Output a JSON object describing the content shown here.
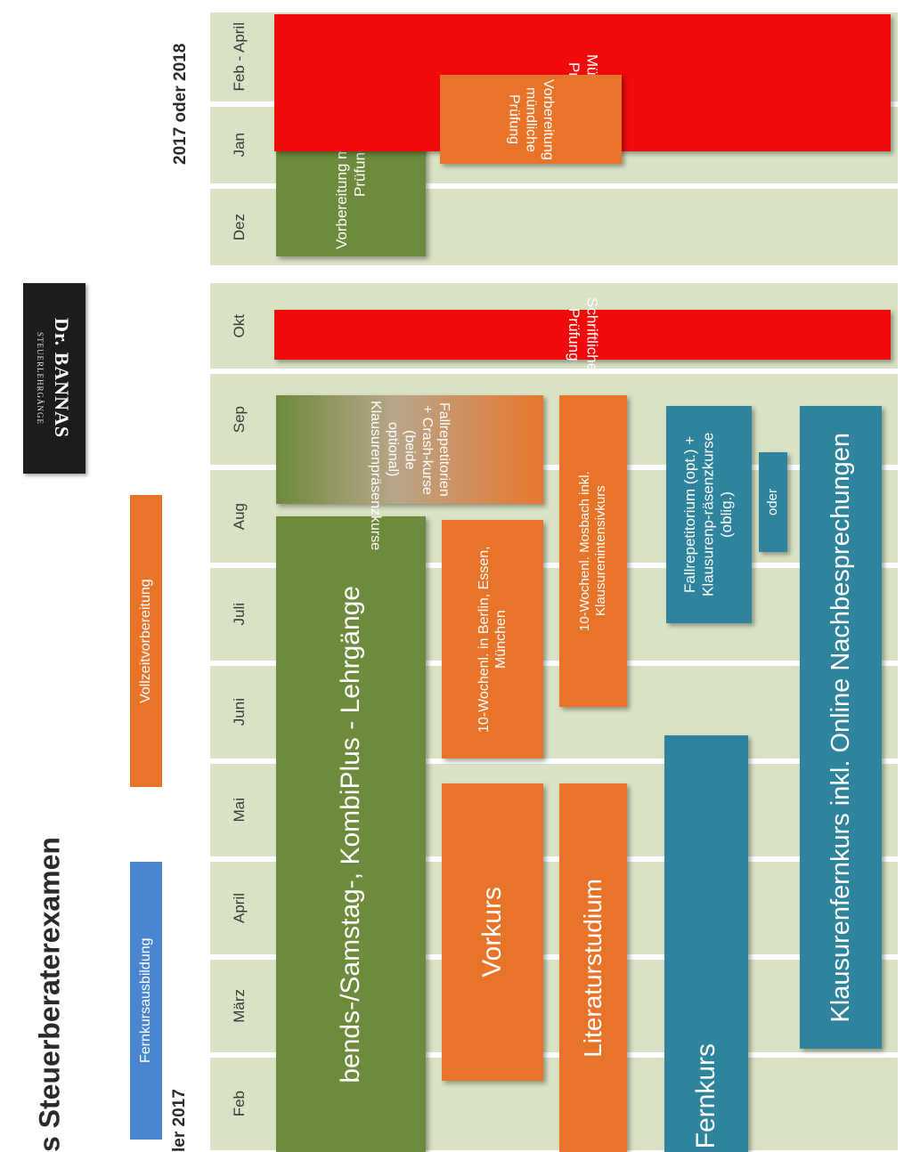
{
  "title_fragment": "s Steuerberaterexamen",
  "year_left_fragment": "ler 2017",
  "year_right": "2017 oder 2018",
  "legend": {
    "fernkurs": "Fernkursausbildung",
    "vollzeit": "Vollzeitvorbereitung",
    "fernkurs_color": "#4a86d0",
    "vollzeit_color": "#e8742a"
  },
  "logo": {
    "line1": "STEUERLEHRGÄNGE",
    "line2": "Dr. BANNAS"
  },
  "months": [
    "Feb",
    "März",
    "April",
    "Mai",
    "Juni",
    "Juli",
    "Aug",
    "Sep",
    "Okt",
    "Dez",
    "Jan",
    "Feb - April"
  ],
  "bars": {
    "lehrgaenge": "bends-/Samstag-, KombiPlus - Lehrgänge",
    "fallrepetitorien": "Fallrepetitorien + Crash-kurse (beide optional) Klausurenpräsenzkurse",
    "schriftliche": "Schriftliche Prüfung",
    "vorbereitung_green": "Vorbereitung mündliche Prüfung",
    "vorbereitung_orange": "Vorbereitung mündliche Prüfung",
    "muendliche": "Mündliche Prüfung",
    "vorkurs": "Vorkurs",
    "zehn_wochen_1": "10-Wochenl. in Berlin, Essen, München",
    "literaturstudium": "Literaturstudium",
    "zehn_wochen_2": "10-Wochenl. Mosbach inkl. Klausurenintensivkurs",
    "fernkurs": "Fernkurs",
    "fallrep_teal": "Fallrepetitorium (opt.) + Klausurenp-räsenzkurse (oblig.)",
    "oder": "oder",
    "klausurenfernkurs": "Klausurenfernkurs inkl. Online Nachbesprechungen"
  },
  "colors": {
    "green": "#6e8a3c",
    "orange": "#e8742a",
    "red": "#f10a0a",
    "teal": "#2d849c",
    "background_green": "#d9e2c4"
  }
}
